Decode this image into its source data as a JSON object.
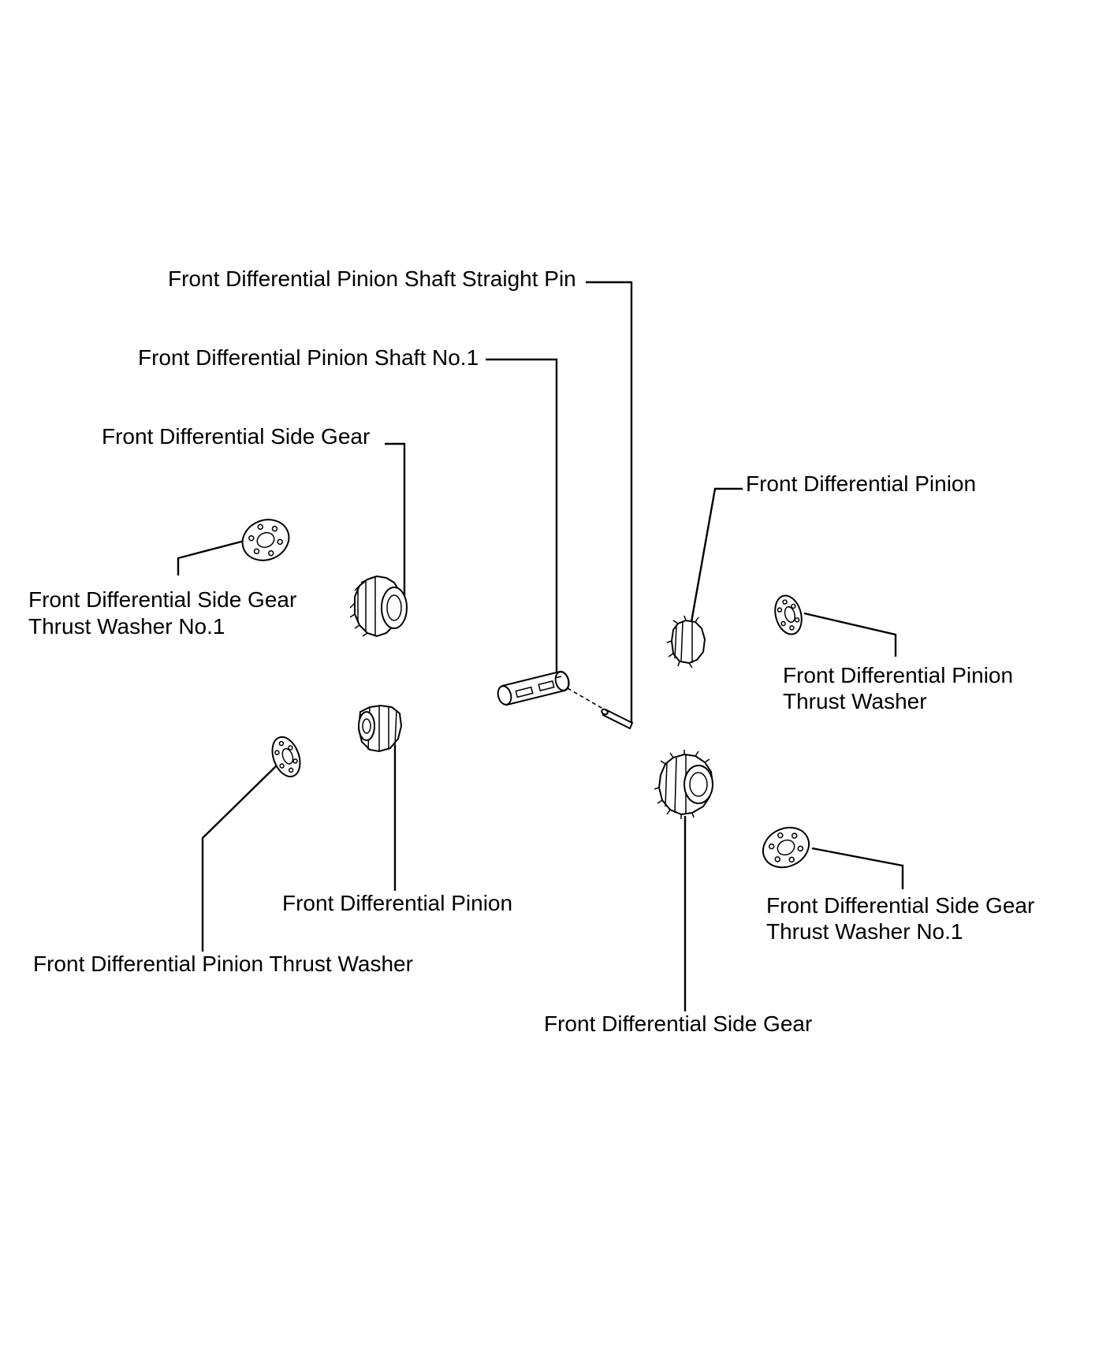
{
  "labels": {
    "straight_pin": "Front Differential Pinion Shaft Straight Pin",
    "pinion_shaft": "Front Differential Pinion Shaft No.1",
    "side_gear_upper": "Front Differential Side Gear",
    "side_gear_washer_left_line1": "Front Differential Side Gear",
    "side_gear_washer_left_line2": "Thrust Washer No.1",
    "pinion_upper": "Front Differential Pinion",
    "pinion_washer_right_line1": "Front Differential Pinion",
    "pinion_washer_right_line2": "Thrust Washer",
    "pinion_lower": "Front Differential Pinion",
    "pinion_washer_left": "Front Differential Pinion Thrust Washer",
    "side_gear_washer_right_line1": "Front Differential Side Gear",
    "side_gear_washer_right_line2": "Thrust Washer No.1",
    "side_gear_lower": "Front Differential Side Gear"
  }
}
